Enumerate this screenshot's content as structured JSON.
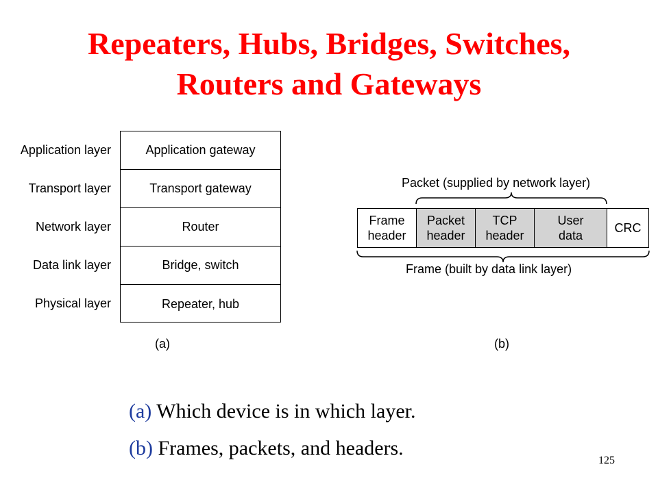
{
  "title": {
    "line1": "Repeaters, Hubs, Bridges, Switches,",
    "line2": "Routers and Gateways"
  },
  "diagram_a": {
    "layers": [
      {
        "layer": "Application layer",
        "device": "Application gateway"
      },
      {
        "layer": "Transport layer",
        "device": "Transport gateway"
      },
      {
        "layer": "Network layer",
        "device": "Router"
      },
      {
        "layer": "Data link layer",
        "device": "Bridge, switch"
      },
      {
        "layer": "Physical layer",
        "device": "Repeater, hub"
      }
    ],
    "caption": "(a)"
  },
  "diagram_b": {
    "packet_label": "Packet (supplied by network layer)",
    "frame_label": "Frame (built by data link layer)",
    "cells": [
      {
        "text": "Frame\nheader",
        "shaded": false
      },
      {
        "text": "Packet\nheader",
        "shaded": true
      },
      {
        "text": "TCP\nheader",
        "shaded": true
      },
      {
        "text": "User\ndata",
        "shaded": true
      },
      {
        "text": "CRC",
        "shaded": false
      }
    ],
    "caption": "(b)",
    "shade_color": "#d3d3d3"
  },
  "captions": [
    {
      "tag": "(a)",
      "text": "Which device is in which layer."
    },
    {
      "tag": "(b)",
      "text": "Frames, packets, and headers."
    }
  ],
  "page_number": "125",
  "colors": {
    "title": "#ff0000",
    "caption_tag": "#1e3c9e"
  }
}
